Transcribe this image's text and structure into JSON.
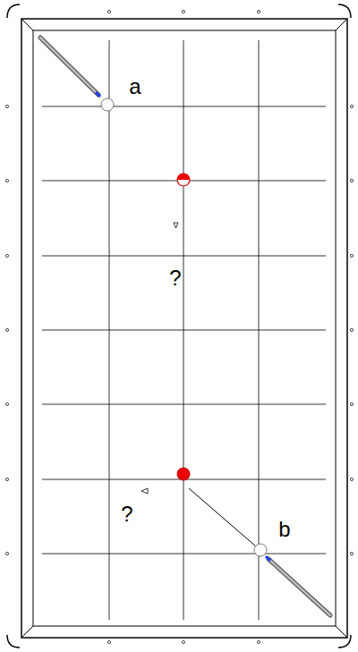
{
  "diagram": {
    "labels": [
      "a",
      "?",
      "?",
      "b"
    ]
  }
}
